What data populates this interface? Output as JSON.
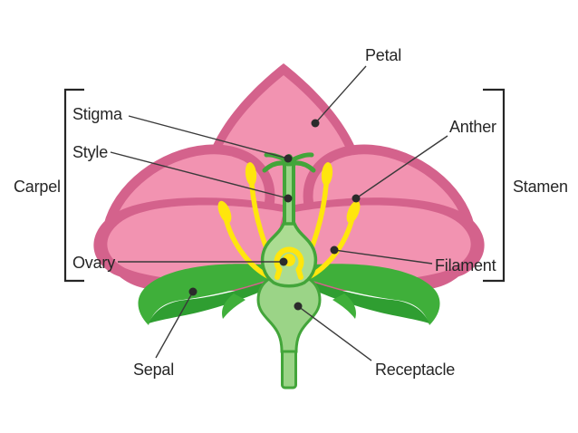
{
  "diagram": {
    "labels": {
      "petal": "Petal",
      "stigma": "Stigma",
      "style": "Style",
      "carpel": "Carpel",
      "ovary": "Ovary",
      "sepal": "Sepal",
      "anther": "Anther",
      "stamen": "Stamen",
      "filament": "Filament",
      "receptacle": "Receptacle"
    },
    "colors": {
      "petal_fill": "#F293B1",
      "petal_rim": "#D4628C",
      "stamen_yellow": "#FFE60D",
      "leaf_green": "#3FAF3A",
      "leaf_green_dark": "#2F9E31",
      "organ_green": "#43A53A",
      "organ_fill": "#9BD487",
      "ovary_fill": "#ABDC92",
      "line_color": "#3a3a3a",
      "dot_color": "#2b2b2b",
      "text_color": "#262626"
    }
  }
}
